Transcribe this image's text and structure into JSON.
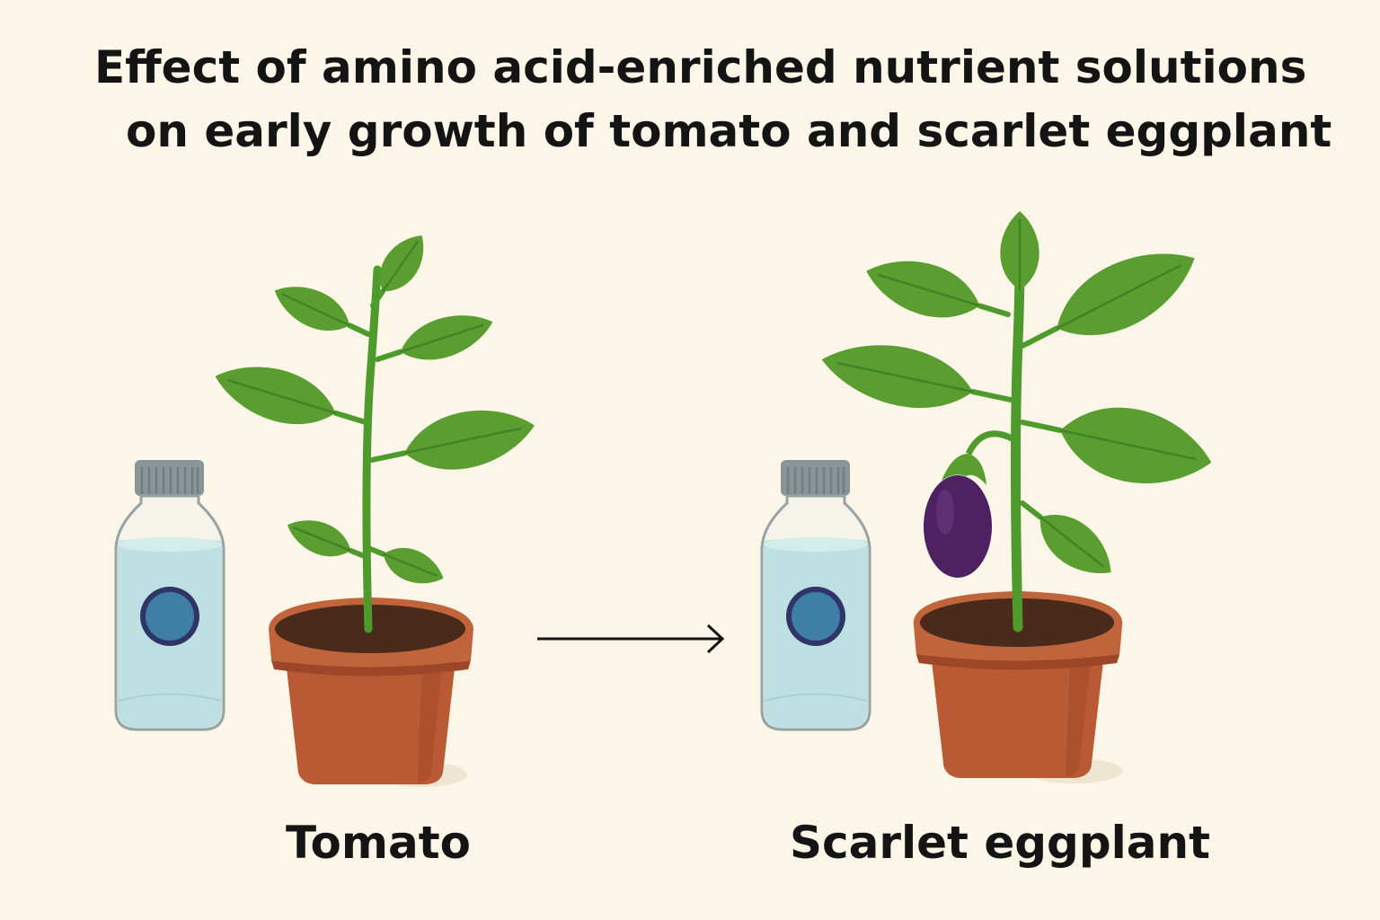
{
  "title": {
    "line1": "Effect of amino acid-enriched nutrient solutions",
    "line2": "on early growth of tomato and scarlet eggplant"
  },
  "labels": {
    "left": "Tomato",
    "right": "Scarlet eggplant"
  },
  "colors": {
    "background": "#fcf6e8",
    "leaf": "#5a9e32",
    "stem": "#4f9a2c",
    "pot": "#b95a34",
    "soil": "#4a2a1a",
    "solution": "#bfe0e2",
    "cap": "#8a9496",
    "label_dot": "#3f7fa6",
    "eggplant": "#4e2262"
  }
}
